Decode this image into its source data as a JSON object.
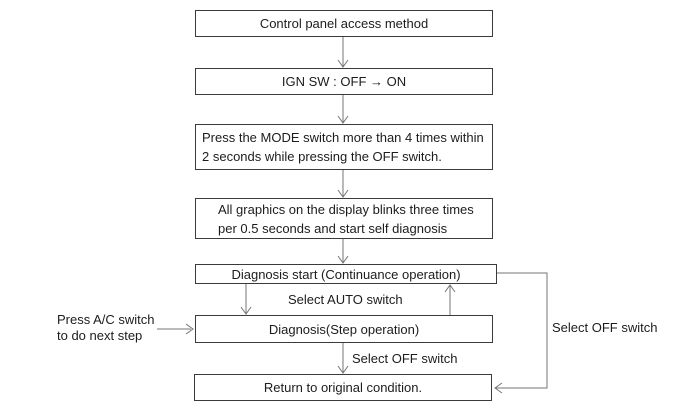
{
  "flowchart": {
    "boxes": [
      {
        "name": "control-panel-access-method",
        "lines": [
          "Control panel access method"
        ]
      },
      {
        "name": "ign-sw-off-on",
        "lines": [
          "IGN SW : OFF → ON"
        ]
      },
      {
        "name": "press-mode-switch",
        "lines": [
          "Press the MODE switch more than 4 times within",
          "2 seconds while pressing the OFF switch."
        ]
      },
      {
        "name": "graphics-blink-self-diagnosis",
        "lines": [
          "All graphics on the display blinks three times",
          "per 0.5 seconds and start self diagnosis"
        ]
      },
      {
        "name": "diagnosis-start-continuance",
        "lines": [
          "Diagnosis start (Continuance operation)"
        ]
      },
      {
        "name": "diagnosis-step-operation",
        "lines": [
          "Diagnosis(Step operation)"
        ]
      },
      {
        "name": "return-to-original-condition",
        "lines": [
          "Return to original condition."
        ]
      }
    ],
    "labels": {
      "select_auto": "Select AUTO switch",
      "select_off_step": "Select OFF switch",
      "select_off_loop": "Select OFF switch",
      "press_ac_line1": "Press A/C switch",
      "press_ac_line2": "to do next step"
    },
    "colors": {
      "box_border": "#3a3a3a",
      "connector": "#757575",
      "text": "#1c1c1c",
      "background": "#ffffff"
    }
  }
}
